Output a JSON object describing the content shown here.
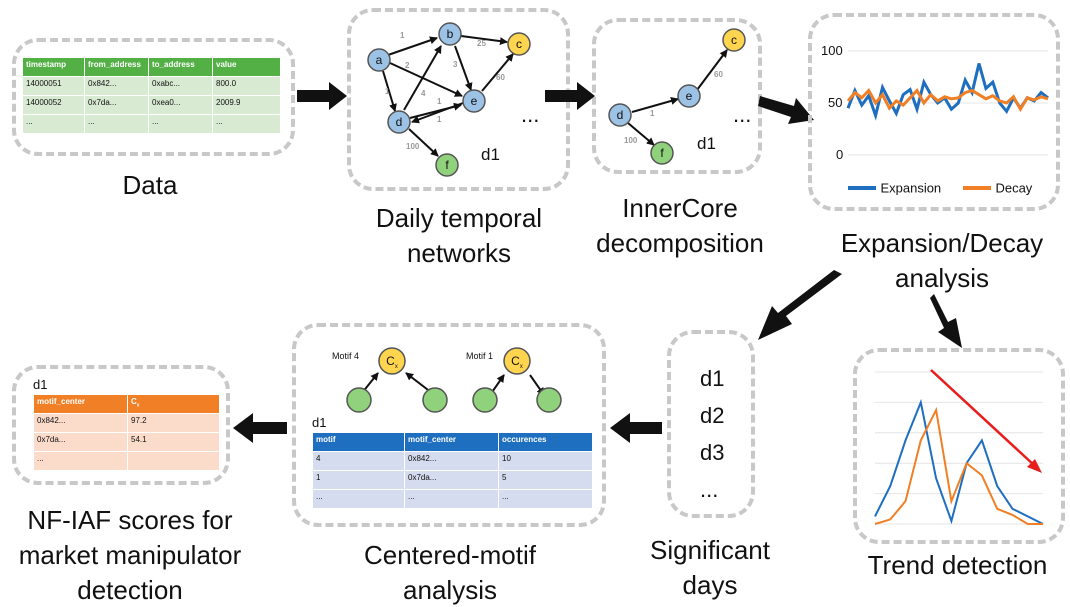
{
  "captions": {
    "data": "Data",
    "daily_line1": "Daily temporal",
    "daily_line2": "networks",
    "inner_line1": "InnerCore",
    "inner_line2": "decomposition",
    "exp_line1": "Expansion/Decay",
    "exp_line2": "analysis",
    "trend": "Trend detection",
    "sig_line1": "Significant",
    "sig_line2": "days",
    "motif_line1": "Centered-motif",
    "motif_line2": "analysis",
    "nf_line1": "NF-IAF scores for",
    "nf_line2": "market manipulator",
    "nf_line3": "detection"
  },
  "data_table": {
    "headers": [
      "timestamp",
      "from_address",
      "to_address",
      "value"
    ],
    "rows": [
      [
        "14000051",
        "0x842...",
        "0xabc...",
        "800.0"
      ],
      [
        "14000052",
        "0x7da...",
        "0xea0...",
        "2009.9"
      ],
      [
        "...",
        "...",
        "...",
        "..."
      ]
    ]
  },
  "daily_network": {
    "label": "d1",
    "ellipsis": "...",
    "nodes": [
      "a",
      "b",
      "c",
      "d",
      "e",
      "f"
    ],
    "edge_weights": [
      "1",
      "25",
      "2",
      "3",
      "60",
      "1",
      "4",
      "1",
      "1",
      "100"
    ]
  },
  "innercore": {
    "label": "d1",
    "ellipsis": "...",
    "nodes": [
      "c",
      "e",
      "d",
      "f"
    ],
    "edge_weights": [
      "60",
      "1",
      "100"
    ]
  },
  "expansion_chart": {
    "yticks": [
      "100",
      "50",
      "0"
    ],
    "legend": [
      "Expansion",
      "Decay"
    ]
  },
  "chart_data": [
    {
      "type": "line",
      "ylim": [
        0,
        100
      ],
      "yticks": [
        0,
        50,
        100
      ],
      "legend_position": "bottom",
      "series": [
        {
          "name": "Expansion",
          "color": "#1f6fc0",
          "values": [
            45,
            62,
            48,
            57,
            38,
            65,
            52,
            40,
            58,
            63,
            44,
            70,
            58,
            50,
            55,
            44,
            50,
            72,
            60,
            88,
            64,
            70,
            50,
            42,
            55,
            45,
            55,
            52,
            60,
            55
          ]
        },
        {
          "name": "Decay",
          "color": "#f07f25",
          "values": [
            52,
            60,
            55,
            62,
            50,
            58,
            45,
            52,
            48,
            55,
            62,
            50,
            58,
            52,
            56,
            54,
            55,
            60,
            62,
            58,
            54,
            57,
            52,
            50,
            56,
            44,
            55,
            53,
            56,
            54
          ]
        }
      ]
    },
    {
      "type": "line",
      "series": [
        {
          "color": "#1f6fc0",
          "values": [
            5,
            25,
            55,
            80,
            30,
            2,
            40,
            55,
            25,
            10,
            5,
            0
          ]
        },
        {
          "color": "#f07f25",
          "values": [
            0,
            3,
            15,
            55,
            75,
            15,
            40,
            32,
            10,
            6,
            0,
            0
          ]
        }
      ]
    }
  ],
  "significant_days": [
    "d1",
    "d2",
    "d3",
    "..."
  ],
  "motifs": [
    {
      "label": "Motif 4",
      "center": "C",
      "center_sub": "x"
    },
    {
      "label": "Motif 1",
      "center": "C",
      "center_sub": "x"
    }
  ],
  "motif_table": {
    "day": "d1",
    "headers": [
      "motif",
      "motif_center",
      "occurences"
    ],
    "rows": [
      [
        "4",
        "0x842...",
        "10"
      ],
      [
        "1",
        "0x7da...",
        "5"
      ],
      [
        "...",
        "...",
        "..."
      ]
    ]
  },
  "nf_table": {
    "day": "d1",
    "headers": [
      "motif_center",
      "C",
      "x"
    ],
    "rows": [
      [
        "0x842...",
        "97.2"
      ],
      [
        "0x7da...",
        "54.1"
      ],
      [
        "...",
        ""
      ]
    ]
  },
  "colors": {
    "node_blue": "#9cc3e6",
    "node_yellow": "#ffd54f",
    "node_green": "#90d27c",
    "trend_arrow": "#e81e1e"
  }
}
